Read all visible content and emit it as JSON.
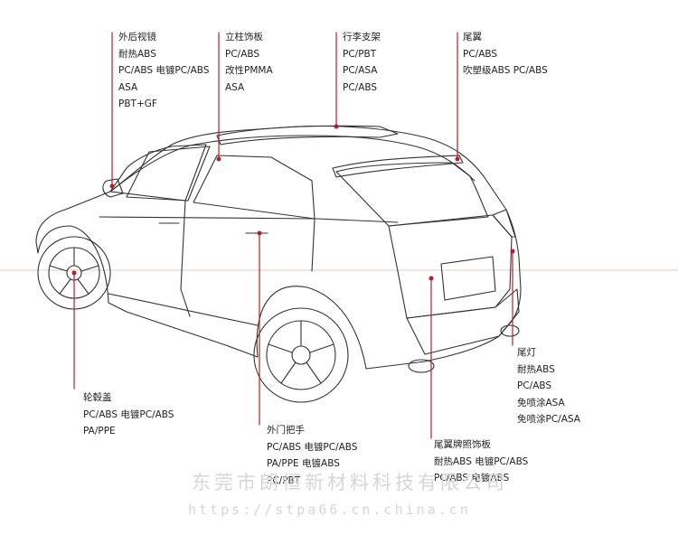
{
  "callouts": {
    "mirror": {
      "lines": [
        "外后视镜",
        "耐热ABS",
        "PC/ABS  电镀PC/ABS",
        "ASA",
        "PBT+GF"
      ]
    },
    "pillar": {
      "lines": [
        "立柱饰板",
        "PC/ABS",
        "改性PMMA",
        "ASA"
      ]
    },
    "rack": {
      "lines": [
        "行李支架",
        "PC/PBT",
        "PC/ASA",
        "PC/ABS"
      ]
    },
    "spoiler": {
      "lines": [
        "尾翼",
        "PC/ABS",
        "吹塑级ABS  PC/ABS"
      ]
    },
    "hubcap": {
      "lines": [
        "轮毂盖",
        "PC/ABS  电镀PC/ABS",
        "PA/PPE"
      ]
    },
    "handle": {
      "lines": [
        "外门把手",
        "PC/ABS  电镀PC/ABS",
        "PA/PPE  电镀ABS",
        "PC/PBT"
      ]
    },
    "plate": {
      "lines": [
        "尾翼牌照饰板",
        "耐热ABS  电镀PC/ABS",
        "PC/ABS  电镀ABS"
      ]
    },
    "taillight": {
      "lines": [
        "尾灯",
        "耐热ABS",
        "PC/ABS",
        "免喷涂ASA",
        "免喷涂PC/ASA"
      ]
    }
  },
  "watermark": {
    "company": "东莞市朗恒新材料科技有限公司",
    "url": "https://stpa66.cn.china.cn"
  },
  "colors": {
    "leader": "#b3202a",
    "car_line": "#333333",
    "guide": "#e8b4b4"
  }
}
